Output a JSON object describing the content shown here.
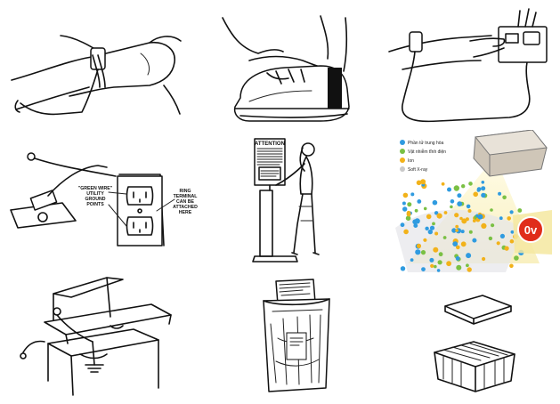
{
  "outlet_panel": {
    "label_left": [
      "\"GREEN WIRE\"",
      "UTILITY",
      "GROUND",
      "POINTS"
    ],
    "label_right": [
      "RING",
      "TERMINAL",
      "CAN BE",
      "ATTACHED",
      "HERE"
    ]
  },
  "attention_sign": {
    "title": "ATTENTION"
  },
  "ionizer_panel": {
    "legend": [
      {
        "label": "Phần tử trung hòa",
        "color": "#2f9be0"
      },
      {
        "label": "Vật nhiễm tĩnh điện",
        "color": "#7ac043"
      },
      {
        "label": "Ion",
        "color": "#f2b21a"
      },
      {
        "label": "Soft X-ray",
        "color": "#c9c9c9"
      }
    ],
    "badge": "0v"
  }
}
